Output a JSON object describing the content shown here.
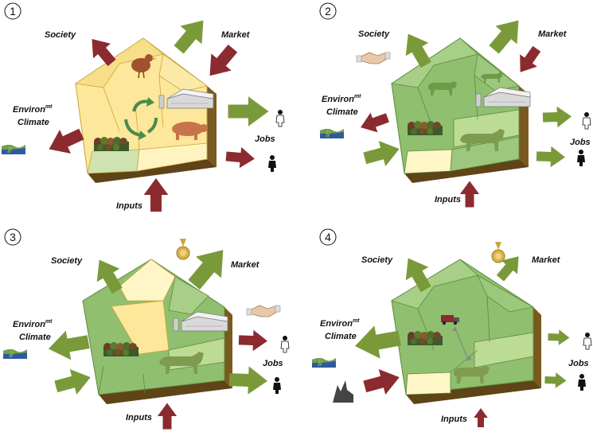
{
  "panels": [
    {
      "number": "1",
      "society": "Society",
      "market": "Market",
      "environ": "Environ",
      "environ_sup": "mt",
      "climate": "Climate",
      "jobs": "Jobs",
      "inputs": "Inputs"
    },
    {
      "number": "2",
      "society": "Society",
      "market": "Market",
      "environ": "Environ",
      "environ_sup": "mt",
      "climate": "Climate",
      "jobs": "Jobs",
      "inputs": "Inputs"
    },
    {
      "number": "3",
      "society": "Society",
      "market": "Market",
      "environ": "Environ",
      "environ_sup": "mt",
      "climate": "Climate",
      "jobs": "Jobs",
      "inputs": "Inputs"
    },
    {
      "number": "4",
      "society": "Society",
      "market": "Market",
      "environ": "Environ",
      "environ_sup": "mt",
      "climate": "Climate",
      "jobs": "Jobs",
      "inputs": "Inputs"
    }
  ],
  "colors": {
    "red_arrow": "#8b2b2f",
    "green_arrow": "#7a9a3a",
    "yellow_field": "#fce79a",
    "green_field": "#8fbf6f",
    "pale_field": "#fff6c8",
    "side_wall": "#7a5a1f"
  }
}
